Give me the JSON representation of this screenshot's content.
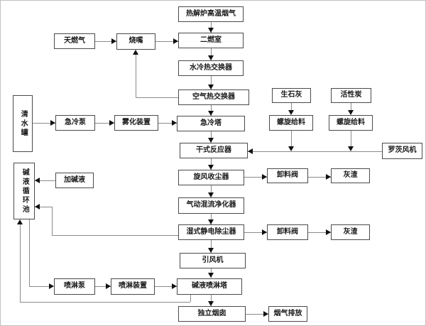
{
  "diagram": {
    "type": "process-flowchart",
    "colors": {
      "background": "#ffffff",
      "box_border": "#4a4a4a",
      "connector_line": "#8a8a8a",
      "arrowhead": "#111111",
      "text": "#1a1a1a"
    },
    "nodes": {
      "pyrolysis_gas": "热解炉高温烟气",
      "secondary_chamber": "二燃室",
      "water_hx": "水冷热交换器",
      "air_hx": "空气热交换器",
      "quench_tower": "急冷塔",
      "dry_reactor": "干式反应器",
      "cyclone": "旋风收尘器",
      "purifier": "气动混流净化器",
      "wet_esp": "湿式静电除尘器",
      "id_fan": "引风机",
      "spray_tower": "碱液喷淋塔",
      "chimney": "独立烟囱",
      "emission": "烟气排放",
      "natural_gas": "天燃气",
      "burner": "烧嘴",
      "water_tank": "清水罐",
      "quench_pump": "急冷泵",
      "atomizer": "雾化装置",
      "quicklime": "生石灰",
      "screw_feeder_lime": "螺旋给料",
      "activated_carbon": "活性炭",
      "screw_feeder_carbon": "螺旋给料",
      "roots_blower": "罗茨风机",
      "discharge_valve_1": "卸料阀",
      "ash_1": "灰渣",
      "discharge_valve_2": "卸料阀",
      "ash_2": "灰渣",
      "alkali_pool": "碱液循环池",
      "add_alkali": "加碱液",
      "spray_pump": "喷淋泵",
      "spray_device": "喷淋装置"
    },
    "edges": [
      {
        "from": "pyrolysis_gas",
        "to": "secondary_chamber"
      },
      {
        "from": "secondary_chamber",
        "to": "water_hx"
      },
      {
        "from": "water_hx",
        "to": "air_hx"
      },
      {
        "from": "air_hx",
        "to": "quench_tower"
      },
      {
        "from": "quench_tower",
        "to": "dry_reactor"
      },
      {
        "from": "dry_reactor",
        "to": "cyclone"
      },
      {
        "from": "cyclone",
        "to": "purifier"
      },
      {
        "from": "purifier",
        "to": "wet_esp"
      },
      {
        "from": "wet_esp",
        "to": "id_fan"
      },
      {
        "from": "id_fan",
        "to": "spray_tower"
      },
      {
        "from": "spray_tower",
        "to": "chimney"
      },
      {
        "from": "chimney",
        "to": "emission"
      },
      {
        "from": "natural_gas",
        "to": "burner"
      },
      {
        "from": "burner",
        "to": "secondary_chamber"
      },
      {
        "from": "air_hx",
        "to": "burner"
      },
      {
        "from": "water_tank",
        "to": "quench_pump"
      },
      {
        "from": "quench_pump",
        "to": "atomizer"
      },
      {
        "from": "atomizer",
        "to": "quench_tower"
      },
      {
        "from": "quicklime",
        "to": "screw_feeder_lime"
      },
      {
        "from": "activated_carbon",
        "to": "screw_feeder_carbon"
      },
      {
        "from": "screw_feeder_lime",
        "to": "dry_reactor"
      },
      {
        "from": "screw_feeder_carbon",
        "to": "dry_reactor"
      },
      {
        "from": "roots_blower",
        "to": "dry_reactor"
      },
      {
        "from": "cyclone",
        "to": "discharge_valve_1"
      },
      {
        "from": "discharge_valve_1",
        "to": "ash_1"
      },
      {
        "from": "wet_esp",
        "to": "discharge_valve_2"
      },
      {
        "from": "discharge_valve_2",
        "to": "ash_2"
      },
      {
        "from": "add_alkali",
        "to": "alkali_pool"
      },
      {
        "from": "wet_esp",
        "to": "alkali_pool"
      },
      {
        "from": "alkali_pool",
        "to": "spray_pump"
      },
      {
        "from": "spray_pump",
        "to": "spray_device"
      },
      {
        "from": "spray_device",
        "to": "spray_tower"
      },
      {
        "from": "spray_tower",
        "to": "alkali_pool"
      }
    ]
  }
}
